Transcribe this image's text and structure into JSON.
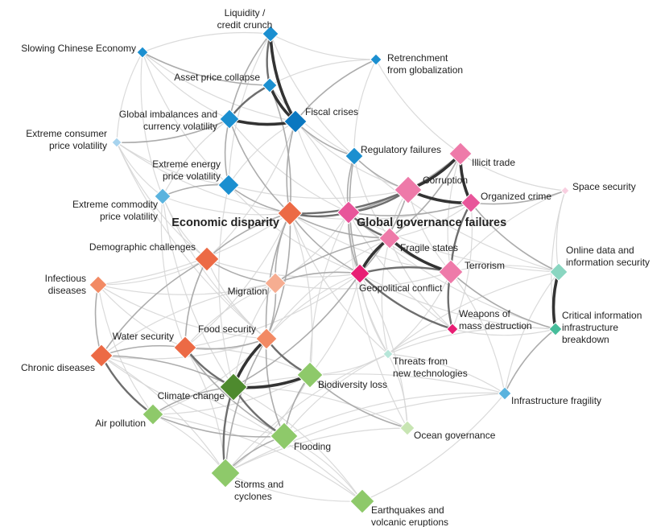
{
  "colors": {
    "economic_dark": "#0a77c0",
    "economic": "#1b8fd0",
    "economic_light": "#5ab3de",
    "economic_pale": "#a7d3ee",
    "geo_magenta": "#e81d73",
    "geo_pink": "#e8559a",
    "geo": "#ee7aa9",
    "geo_light": "#f4a9c7",
    "geo_pale": "#f8cfe0",
    "soc_orange": "#ec6a45",
    "soc_mid": "#f28a64",
    "soc_light": "#f6ad91",
    "env_dark": "#4e8a2e",
    "env": "#8ec96a",
    "env_light": "#a9d688",
    "env_pale": "#c8e5b3",
    "tech_teal": "#47bd9b",
    "tech_light": "#8ad6c1",
    "tech_pale": "#b7e6d9",
    "edge_faint": "#d6d6d6",
    "edge_mid": "#a8a8a8",
    "edge_strong": "#6e6e6e",
    "edge_black": "#333333"
  },
  "nodes": [
    {
      "id": "liquidity",
      "lines": [
        "Liquidity /",
        "credit crunch"
      ],
      "color": "economic"
    },
    {
      "id": "chinese",
      "lines": [
        "Slowing Chinese Economy"
      ],
      "color": "economic"
    },
    {
      "id": "retrench",
      "lines": [
        "Retrenchment",
        "from globalization"
      ],
      "color": "economic"
    },
    {
      "id": "assetprice",
      "lines": [
        "Asset price collapse"
      ],
      "color": "economic"
    },
    {
      "id": "fiscal",
      "lines": [
        "Fiscal crises"
      ],
      "color": "economic_dark"
    },
    {
      "id": "imbalances",
      "lines": [
        "Global imbalances and",
        "currency volatility"
      ],
      "color": "economic"
    },
    {
      "id": "consumer",
      "lines": [
        "Extreme consumer",
        "price volatility"
      ],
      "color": "economic_pale"
    },
    {
      "id": "regulatory",
      "lines": [
        "Regulatory failures"
      ],
      "color": "economic"
    },
    {
      "id": "energy",
      "lines": [
        "Extreme energy",
        "price volatility"
      ],
      "color": "economic"
    },
    {
      "id": "commodity",
      "lines": [
        "Extreme commodity",
        "price volatility"
      ],
      "color": "economic_light"
    },
    {
      "id": "illicit",
      "lines": [
        "Illicit trade"
      ],
      "color": "geo"
    },
    {
      "id": "corruption",
      "lines": [
        "Corruption"
      ],
      "color": "geo"
    },
    {
      "id": "organized",
      "lines": [
        "Organized crime"
      ],
      "color": "geo_pink"
    },
    {
      "id": "space",
      "lines": [
        "Space security"
      ],
      "color": "geo_pale"
    },
    {
      "id": "econdisp",
      "lines": [
        "Economic disparity"
      ],
      "color": "soc_orange",
      "big": true
    },
    {
      "id": "govfail",
      "lines": [
        "Global governance failures"
      ],
      "color": "geo_pink",
      "big": true
    },
    {
      "id": "fragile",
      "lines": [
        "Fragile states"
      ],
      "color": "geo"
    },
    {
      "id": "demographic",
      "lines": [
        "Demographic challenges"
      ],
      "color": "soc_orange"
    },
    {
      "id": "online",
      "lines": [
        "Online data and",
        "information security"
      ],
      "color": "tech_light"
    },
    {
      "id": "terrorism",
      "lines": [
        "Terrorism"
      ],
      "color": "geo"
    },
    {
      "id": "infectious",
      "lines": [
        "Infectious",
        "diseases"
      ],
      "color": "soc_mid"
    },
    {
      "id": "migration",
      "lines": [
        "Migration"
      ],
      "color": "soc_light"
    },
    {
      "id": "geopolitical",
      "lines": [
        "Geopolitical conflict"
      ],
      "color": "geo_magenta"
    },
    {
      "id": "wmd",
      "lines": [
        "Weapons of",
        "mass destruction"
      ],
      "color": "geo_magenta"
    },
    {
      "id": "critinfo",
      "lines": [
        "Critical information",
        "infrastructure",
        "breakdown"
      ],
      "color": "tech_teal"
    },
    {
      "id": "water",
      "lines": [
        "Water security"
      ],
      "color": "soc_orange"
    },
    {
      "id": "food",
      "lines": [
        "Food security"
      ],
      "color": "soc_mid"
    },
    {
      "id": "threats",
      "lines": [
        "Threats from",
        "new technologies"
      ],
      "color": "tech_pale"
    },
    {
      "id": "chronic",
      "lines": [
        "Chronic diseases"
      ],
      "color": "soc_orange"
    },
    {
      "id": "biodiv",
      "lines": [
        "Biodiversity loss"
      ],
      "color": "env"
    },
    {
      "id": "climate",
      "lines": [
        "Climate change"
      ],
      "color": "env_dark"
    },
    {
      "id": "infrafrag",
      "lines": [
        "Infrastructure fragility"
      ],
      "color": "economic_light"
    },
    {
      "id": "airpoll",
      "lines": [
        "Air pollution"
      ],
      "color": "env"
    },
    {
      "id": "ocean",
      "lines": [
        "Ocean governance"
      ],
      "color": "env_pale"
    },
    {
      "id": "flooding",
      "lines": [
        "Flooding"
      ],
      "color": "env"
    },
    {
      "id": "storms",
      "lines": [
        "Storms and",
        "cyclones"
      ],
      "color": "env"
    },
    {
      "id": "earthquakes",
      "lines": [
        "Earthquakes and",
        "volcanic eruptions"
      ],
      "color": "env"
    }
  ],
  "edges": [
    [
      "liquidity",
      "assetprice",
      "strong"
    ],
    [
      "liquidity",
      "fiscal",
      "black"
    ],
    [
      "liquidity",
      "imbalances",
      "mid"
    ],
    [
      "assetprice",
      "fiscal",
      "black"
    ],
    [
      "assetprice",
      "imbalances",
      "strong"
    ],
    [
      "imbalances",
      "fiscal",
      "black"
    ],
    [
      "chinese",
      "assetprice",
      "mid"
    ],
    [
      "chinese",
      "imbalances",
      "faint"
    ],
    [
      "retrench",
      "assetprice",
      "faint"
    ],
    [
      "retrench",
      "fiscal",
      "mid"
    ],
    [
      "fiscal",
      "regulatory",
      "mid"
    ],
    [
      "fiscal",
      "econdisp",
      "mid"
    ],
    [
      "imbalances",
      "energy",
      "mid"
    ],
    [
      "imbalances",
      "econdisp",
      "mid"
    ],
    [
      "consumer",
      "imbalances",
      "mid"
    ],
    [
      "consumer",
      "commodity",
      "faint"
    ],
    [
      "energy",
      "commodity",
      "mid"
    ],
    [
      "energy",
      "econdisp",
      "mid"
    ],
    [
      "commodity",
      "econdisp",
      "faint"
    ],
    [
      "regulatory",
      "corruption",
      "mid"
    ],
    [
      "regulatory",
      "govfail",
      "mid"
    ],
    [
      "regulatory",
      "geopolitical",
      "mid"
    ],
    [
      "econdisp",
      "corruption",
      "strong"
    ],
    [
      "econdisp",
      "govfail",
      "strong"
    ],
    [
      "econdisp",
      "fragile",
      "mid"
    ],
    [
      "econdisp",
      "migration",
      "mid"
    ],
    [
      "econdisp",
      "demographic",
      "mid"
    ],
    [
      "econdisp",
      "geopolitical",
      "mid"
    ],
    [
      "econdisp",
      "assetprice",
      "mid"
    ],
    [
      "econdisp",
      "food",
      "mid"
    ],
    [
      "govfail",
      "corruption",
      "strong"
    ],
    [
      "govfail",
      "organized",
      "mid"
    ],
    [
      "govfail",
      "fragile",
      "strong"
    ],
    [
      "govfail",
      "illicit",
      "mid"
    ],
    [
      "govfail",
      "geopolitical",
      "mid"
    ],
    [
      "corruption",
      "illicit",
      "black"
    ],
    [
      "corruption",
      "organized",
      "black"
    ],
    [
      "illicit",
      "organized",
      "black"
    ],
    [
      "organized",
      "terrorism",
      "strong"
    ],
    [
      "organized",
      "space",
      "mid"
    ],
    [
      "organized",
      "online",
      "mid"
    ],
    [
      "fragile",
      "terrorism",
      "black"
    ],
    [
      "fragile",
      "geopolitical",
      "black"
    ],
    [
      "fragile",
      "migration",
      "mid"
    ],
    [
      "fragile",
      "illicit",
      "mid"
    ],
    [
      "terrorism",
      "geopolitical",
      "strong"
    ],
    [
      "terrorism",
      "wmd",
      "strong"
    ],
    [
      "terrorism",
      "critinfo",
      "mid"
    ],
    [
      "geopolitical",
      "wmd",
      "strong"
    ],
    [
      "geopolitical",
      "migration",
      "mid"
    ],
    [
      "geopolitical",
      "corruption",
      "mid"
    ],
    [
      "online",
      "critinfo",
      "black"
    ],
    [
      "critinfo",
      "infrafrag",
      "mid"
    ],
    [
      "critinfo",
      "threats",
      "faint"
    ],
    [
      "threats",
      "terrorism",
      "faint"
    ],
    [
      "demographic",
      "migration",
      "mid"
    ],
    [
      "demographic",
      "water",
      "mid"
    ],
    [
      "demographic",
      "chronic",
      "mid"
    ],
    [
      "infectious",
      "chronic",
      "mid"
    ],
    [
      "infectious",
      "migration",
      "faint"
    ],
    [
      "water",
      "climate",
      "strong"
    ],
    [
      "water",
      "food",
      "mid"
    ],
    [
      "water",
      "flooding",
      "mid"
    ],
    [
      "water",
      "chronic",
      "mid"
    ],
    [
      "food",
      "climate",
      "black"
    ],
    [
      "food",
      "biodiv",
      "strong"
    ],
    [
      "food",
      "flooding",
      "mid"
    ],
    [
      "food",
      "storms",
      "mid"
    ],
    [
      "food",
      "migration",
      "mid"
    ],
    [
      "food",
      "econdisp",
      "mid"
    ],
    [
      "chronic",
      "airpoll",
      "strong"
    ],
    [
      "climate",
      "biodiv",
      "black"
    ],
    [
      "climate",
      "flooding",
      "strong"
    ],
    [
      "climate",
      "storms",
      "strong"
    ],
    [
      "climate",
      "airpoll",
      "mid"
    ],
    [
      "climate",
      "chronic",
      "mid"
    ],
    [
      "climate",
      "geopolitical",
      "mid"
    ],
    [
      "biodiv",
      "ocean",
      "mid"
    ],
    [
      "biodiv",
      "flooding",
      "mid"
    ],
    [
      "airpoll",
      "flooding",
      "mid"
    ],
    [
      "flooding",
      "storms",
      "mid"
    ],
    [
      "storms",
      "earthquakes",
      "faint"
    ],
    [
      "infrafrag",
      "threats",
      "faint"
    ],
    [
      "ocean",
      "threats",
      "faint"
    ],
    [
      "migration",
      "water",
      "faint"
    ],
    [
      "earthquakes",
      "infrafrag",
      "faint"
    ],
    [
      "chinese",
      "consumer",
      "faint"
    ],
    [
      "chinese",
      "commodity",
      "faint"
    ],
    [
      "liquidity",
      "retrench",
      "faint"
    ],
    [
      "liquidity",
      "chinese",
      "faint"
    ],
    [
      "retrench",
      "regulatory",
      "faint"
    ],
    [
      "retrench",
      "illicit",
      "faint"
    ],
    [
      "regulatory",
      "online",
      "faint"
    ],
    [
      "regulatory",
      "fragile",
      "faint"
    ],
    [
      "consumer",
      "energy",
      "faint"
    ],
    [
      "consumer",
      "econdisp",
      "faint"
    ],
    [
      "commodity",
      "demographic",
      "faint"
    ],
    [
      "commodity",
      "food",
      "faint"
    ],
    [
      "energy",
      "climate",
      "faint"
    ],
    [
      "energy",
      "geopolitical",
      "faint"
    ],
    [
      "energy",
      "corruption",
      "faint"
    ],
    [
      "space",
      "terrorism",
      "faint"
    ],
    [
      "space",
      "online",
      "faint"
    ],
    [
      "space",
      "critinfo",
      "faint"
    ],
    [
      "online",
      "terrorism",
      "faint"
    ],
    [
      "online",
      "threats",
      "faint"
    ],
    [
      "online",
      "infrafrag",
      "faint"
    ],
    [
      "wmd",
      "threats",
      "faint"
    ],
    [
      "wmd",
      "critinfo",
      "faint"
    ],
    [
      "wmd",
      "organized",
      "faint"
    ],
    [
      "infrafrag",
      "climate",
      "faint"
    ],
    [
      "infrafrag",
      "storms",
      "faint"
    ],
    [
      "infrafrag",
      "flooding",
      "faint"
    ],
    [
      "infrafrag",
      "terrorism",
      "faint"
    ],
    [
      "ocean",
      "climate",
      "faint"
    ],
    [
      "ocean",
      "storms",
      "faint"
    ],
    [
      "ocean",
      "geopolitical",
      "faint"
    ],
    [
      "earthquakes",
      "flooding",
      "faint"
    ],
    [
      "earthquakes",
      "airpoll",
      "faint"
    ],
    [
      "earthquakes",
      "climate",
      "faint"
    ],
    [
      "earthquakes",
      "chronic",
      "faint"
    ],
    [
      "storms",
      "airpoll",
      "faint"
    ],
    [
      "storms",
      "chronic",
      "faint"
    ],
    [
      "storms",
      "water",
      "faint"
    ],
    [
      "storms",
      "biodiv",
      "faint"
    ],
    [
      "infectious",
      "water",
      "faint"
    ],
    [
      "infectious",
      "demographic",
      "faint"
    ],
    [
      "infectious",
      "food",
      "faint"
    ],
    [
      "infectious",
      "airpoll",
      "faint"
    ],
    [
      "infectious",
      "econdisp",
      "faint"
    ],
    [
      "chronic",
      "food",
      "faint"
    ],
    [
      "chronic",
      "flooding",
      "faint"
    ],
    [
      "airpoll",
      "food",
      "faint"
    ],
    [
      "airpoll",
      "biodiv",
      "faint"
    ],
    [
      "biodiv",
      "geopolitical",
      "faint"
    ],
    [
      "biodiv",
      "threats",
      "faint"
    ],
    [
      "biodiv",
      "water",
      "faint"
    ],
    [
      "biodiv",
      "econdisp",
      "faint"
    ],
    [
      "migration",
      "climate",
      "faint"
    ],
    [
      "migration",
      "terrorism",
      "faint"
    ],
    [
      "migration",
      "govfail",
      "faint"
    ],
    [
      "migration",
      "chronic",
      "faint"
    ],
    [
      "demographic",
      "food",
      "faint"
    ],
    [
      "demographic",
      "fiscal",
      "faint"
    ],
    [
      "demographic",
      "geopolitical",
      "faint"
    ],
    [
      "water",
      "geopolitical",
      "faint"
    ],
    [
      "water",
      "econdisp",
      "faint"
    ],
    [
      "econdisp",
      "terrorism",
      "faint"
    ],
    [
      "econdisp",
      "threats",
      "faint"
    ],
    [
      "econdisp",
      "organized",
      "faint"
    ],
    [
      "govfail",
      "critinfo",
      "faint"
    ],
    [
      "govfail",
      "online",
      "faint"
    ],
    [
      "govfail",
      "terrorism",
      "faint"
    ],
    [
      "govfail",
      "wmd",
      "faint"
    ],
    [
      "govfail",
      "threats",
      "faint"
    ],
    [
      "govfail",
      "fiscal",
      "faint"
    ],
    [
      "govfail",
      "biodiv",
      "faint"
    ],
    [
      "govfail",
      "ocean",
      "faint"
    ],
    [
      "fragile",
      "wmd",
      "faint"
    ],
    [
      "fragile",
      "organized",
      "faint"
    ],
    [
      "fragile",
      "threats",
      "faint"
    ],
    [
      "fragile",
      "food",
      "faint"
    ],
    [
      "corruption",
      "fragile",
      "faint"
    ],
    [
      "corruption",
      "terrorism",
      "faint"
    ],
    [
      "illicit",
      "terrorism",
      "faint"
    ],
    [
      "illicit",
      "space",
      "faint"
    ],
    [
      "geopolitical",
      "critinfo",
      "faint"
    ],
    [
      "geopolitical",
      "threats",
      "faint"
    ],
    [
      "geopolitical",
      "food",
      "faint"
    ],
    [
      "terrorism",
      "critinfo",
      "faint"
    ],
    [
      "assetprice",
      "regulatory",
      "faint"
    ],
    [
      "fiscal",
      "corruption",
      "faint"
    ],
    [
      "fiscal",
      "govfail",
      "faint"
    ],
    [
      "fiscal",
      "energy",
      "faint"
    ],
    [
      "imbalances",
      "commodity",
      "faint"
    ],
    [
      "imbalances",
      "govfail",
      "faint"
    ],
    [
      "liquidity",
      "energy",
      "faint"
    ],
    [
      "liquidity",
      "regulatory",
      "faint"
    ],
    [
      "chinese",
      "energy",
      "faint"
    ],
    [
      "chinese",
      "fiscal",
      "faint"
    ],
    [
      "consumer",
      "food",
      "faint"
    ],
    [
      "consumer",
      "demographic",
      "faint"
    ],
    [
      "commodity",
      "climate",
      "faint"
    ],
    [
      "commodity",
      "water",
      "faint"
    ],
    [
      "threats",
      "storms",
      "faint"
    ],
    [
      "threats",
      "flooding",
      "faint"
    ]
  ]
}
